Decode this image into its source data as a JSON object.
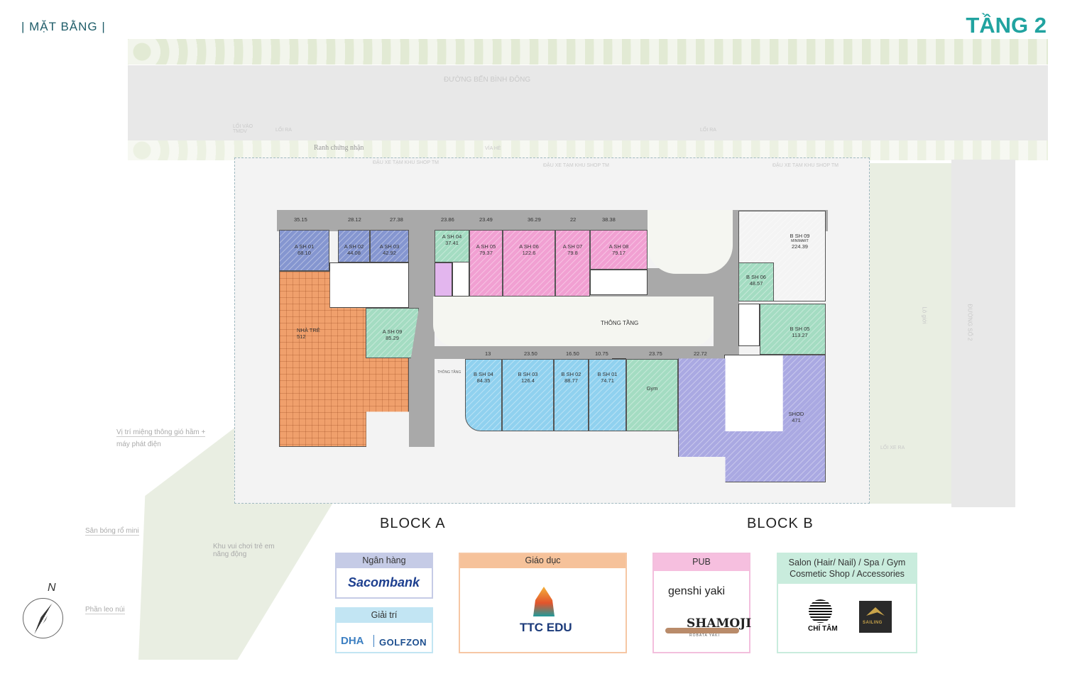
{
  "header": {
    "section": "| MẶT BẰNG |",
    "floor": "TẦNG 2"
  },
  "streets": {
    "top": "ĐƯỜNG BẾN BÌNH ĐÔNG",
    "right": "ĐƯỜNG SỐ 2",
    "boundary": "Ranh chứng nhận",
    "sidewalk": "VỈA HÈ",
    "entrance": "LỐI VÀO TMDV",
    "exit": "LỐI RA",
    "exit2": "LỐI RA",
    "parking": "ĐẬU XE TẠM KHU SHOP TM",
    "car_exit": "LỐI XE RA",
    "flower": "Lô giới"
  },
  "annotations": {
    "vent": "Vị trí miệng thông gió hầm +",
    "vent2": "máy phát điện",
    "basketball": "Sân bóng rổ mini",
    "playground": "Khu vui chơi trẻ em năng động",
    "climbing": "Phần leo núi",
    "atrium": "THÔNG TẦNG",
    "atrium_small": "THÔNG TẦNG"
  },
  "block_a": {
    "dims": [
      "35.15",
      "28.12",
      "27.38",
      "23.86",
      "23.49",
      "36.29",
      "22",
      "38.38"
    ],
    "units": [
      {
        "name": "A SH 01",
        "area": "68.10"
      },
      {
        "name": "A SH 02",
        "area": "44.08"
      },
      {
        "name": "A SH 03",
        "area": "42.92"
      },
      {
        "name": "A SH 04",
        "area": "37.41"
      },
      {
        "name": "A SH 05",
        "area": "79.37"
      },
      {
        "name": "A SH 06",
        "area": "122.6"
      },
      {
        "name": "A SH 07",
        "area": "79.8"
      },
      {
        "name": "A SH 08",
        "area": "79.17"
      },
      {
        "name": "NHÀ TRẺ",
        "area": "512"
      },
      {
        "name": "A SH 09",
        "area": "85.29"
      }
    ]
  },
  "block_b": {
    "dims": [
      "13",
      "23.50",
      "16.50",
      "10.75",
      "23.75",
      "22.72"
    ],
    "units": [
      {
        "name": "B SH 04",
        "area": "84.35"
      },
      {
        "name": "B SH 03",
        "area": "126.4"
      },
      {
        "name": "B SH 02",
        "area": "88.77"
      },
      {
        "name": "B SH 01",
        "area": "74.71"
      },
      {
        "name": "Gym",
        "area": ""
      },
      {
        "name": "SHOD",
        "area": "471"
      },
      {
        "name": "B SH 09",
        "sub": "MINIMART",
        "area": "224.39"
      },
      {
        "name": "B SH 06",
        "area": "48.57"
      },
      {
        "name": "B SH 05",
        "area": "113.27"
      }
    ]
  },
  "legend": {
    "block_a_title": "BLOCK A",
    "block_b_title": "BLOCK B",
    "boxes": [
      {
        "category": "Ngân hàng",
        "brands": [
          "Sacombank"
        ],
        "color": "#8e98cc"
      },
      {
        "category": "Giải trí",
        "brands": [
          "DHA",
          "GOLFZON"
        ],
        "color": "#8fd0ea"
      },
      {
        "category": "Giáo dục",
        "brands": [
          "TTC EDU"
        ],
        "color": "#f2a877"
      },
      {
        "category": "PUB",
        "brands": [
          "genshi yaki",
          "SHAMOJI",
          "ROBATA YAKI"
        ],
        "color": "#f0a6d2"
      },
      {
        "category": "Salon (Hair/ Nail) / Spa / Gym",
        "category2": "Cosmetic Shop / Accessories",
        "brands": [
          "CHÍ TÂM",
          "SAILING"
        ],
        "color": "#a8dcc5"
      }
    ]
  },
  "compass": {
    "label": "N"
  }
}
